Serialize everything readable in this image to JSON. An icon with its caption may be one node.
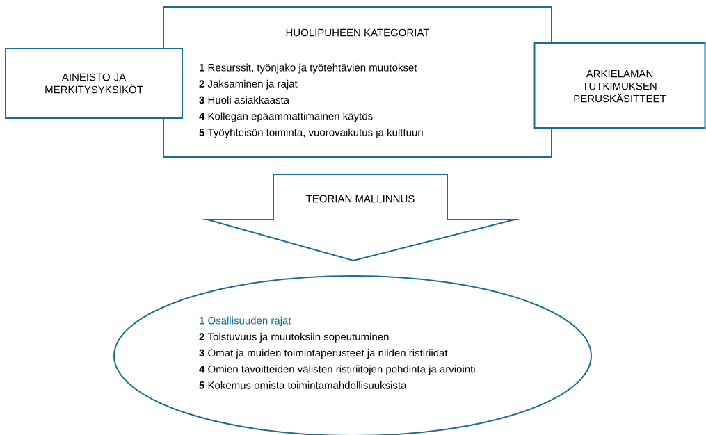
{
  "diagram": {
    "nodes": [
      {
        "text": [
          "AINEISTO JA MERKITYSYKSIKÖT"
        ]
      },
      {
        "text": [
          "HUOLIPUHEEN KATEGORIAT",
          "**1** Resurssit, työnjako ja työtehtävien muutokset",
          "**2** Jaksaminen ja rajat",
          "**3** Huoli asiakkaasta",
          "**4** Kollegan epäammattimainen käytös",
          "**5** Työyhteisön toiminta, vuorovaikutus ja kulttuuri"
        ]
      },
      {
        "text": [
          "ARKIELÄMÄN TUTKIMUKSEN PERUSKÄSITTEET"
        ]
      },
      {
        "text": [
          "**1** Osallisuuden rajat",
          "**2** Toistuvuus ja muutoksiin sopeutuminen",
          "**3** Omat ja muiden toimintaperusteet ja niiden ristiriidat",
          "**4** Omien tavoitteiden välisten ristiriitojen pohdinta ja arviointi",
          "**5** Kokemus omista toimintamahdollisuuksista"
        ]
      }
    ],
    "edges": [
      {
        "from": 1,
        "to": 3,
        "arrow": "to",
        "label": "TEORIAN MALLINNUS"
      }
    ]
  }
}
